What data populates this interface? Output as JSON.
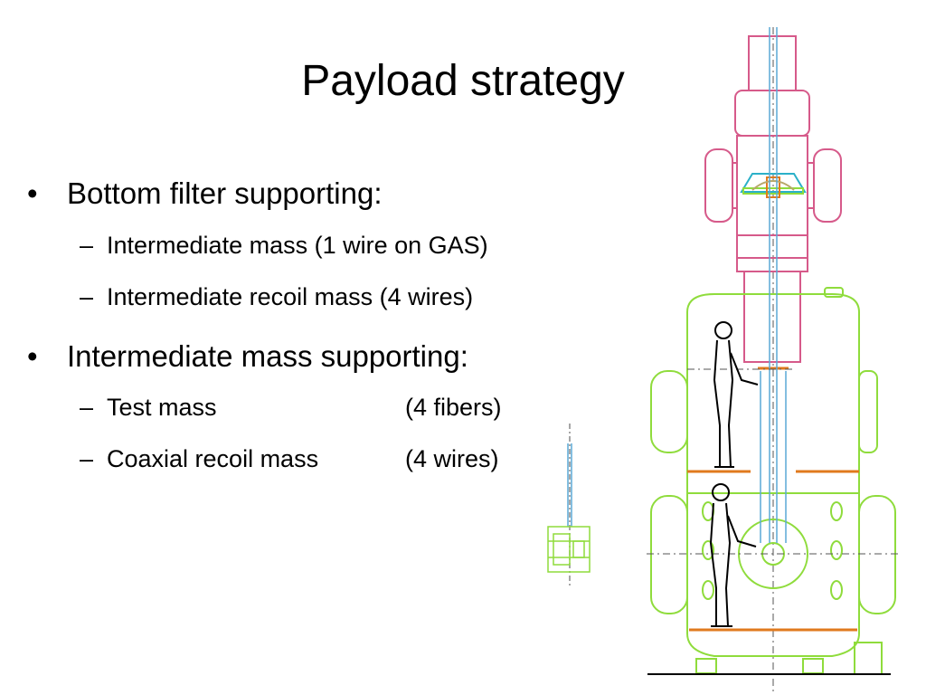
{
  "slide": {
    "title": "Payload strategy",
    "bullets": [
      {
        "text": "Bottom filter supporting:",
        "subitems": [
          {
            "text": "Intermediate mass (1 wire on GAS)"
          },
          {
            "text": "Intermediate recoil mass (4 wires)"
          }
        ]
      },
      {
        "text": "Intermediate mass supporting:",
        "subitems": [
          {
            "text": "Test mass",
            "detail": "(4 fibers)"
          },
          {
            "text": "Coaxial recoil mass",
            "detail": "(4 wires)"
          }
        ]
      }
    ],
    "bullet_symbol": "•",
    "dash_symbol": "–"
  },
  "diagram": {
    "colors": {
      "upper_tank": "#d65a8a",
      "vacuum_tank": "#8fdc3c",
      "floor": "#e07a1e",
      "wire": "#5aa9d6",
      "figure": "#000000",
      "centerline": "#555555"
    }
  }
}
